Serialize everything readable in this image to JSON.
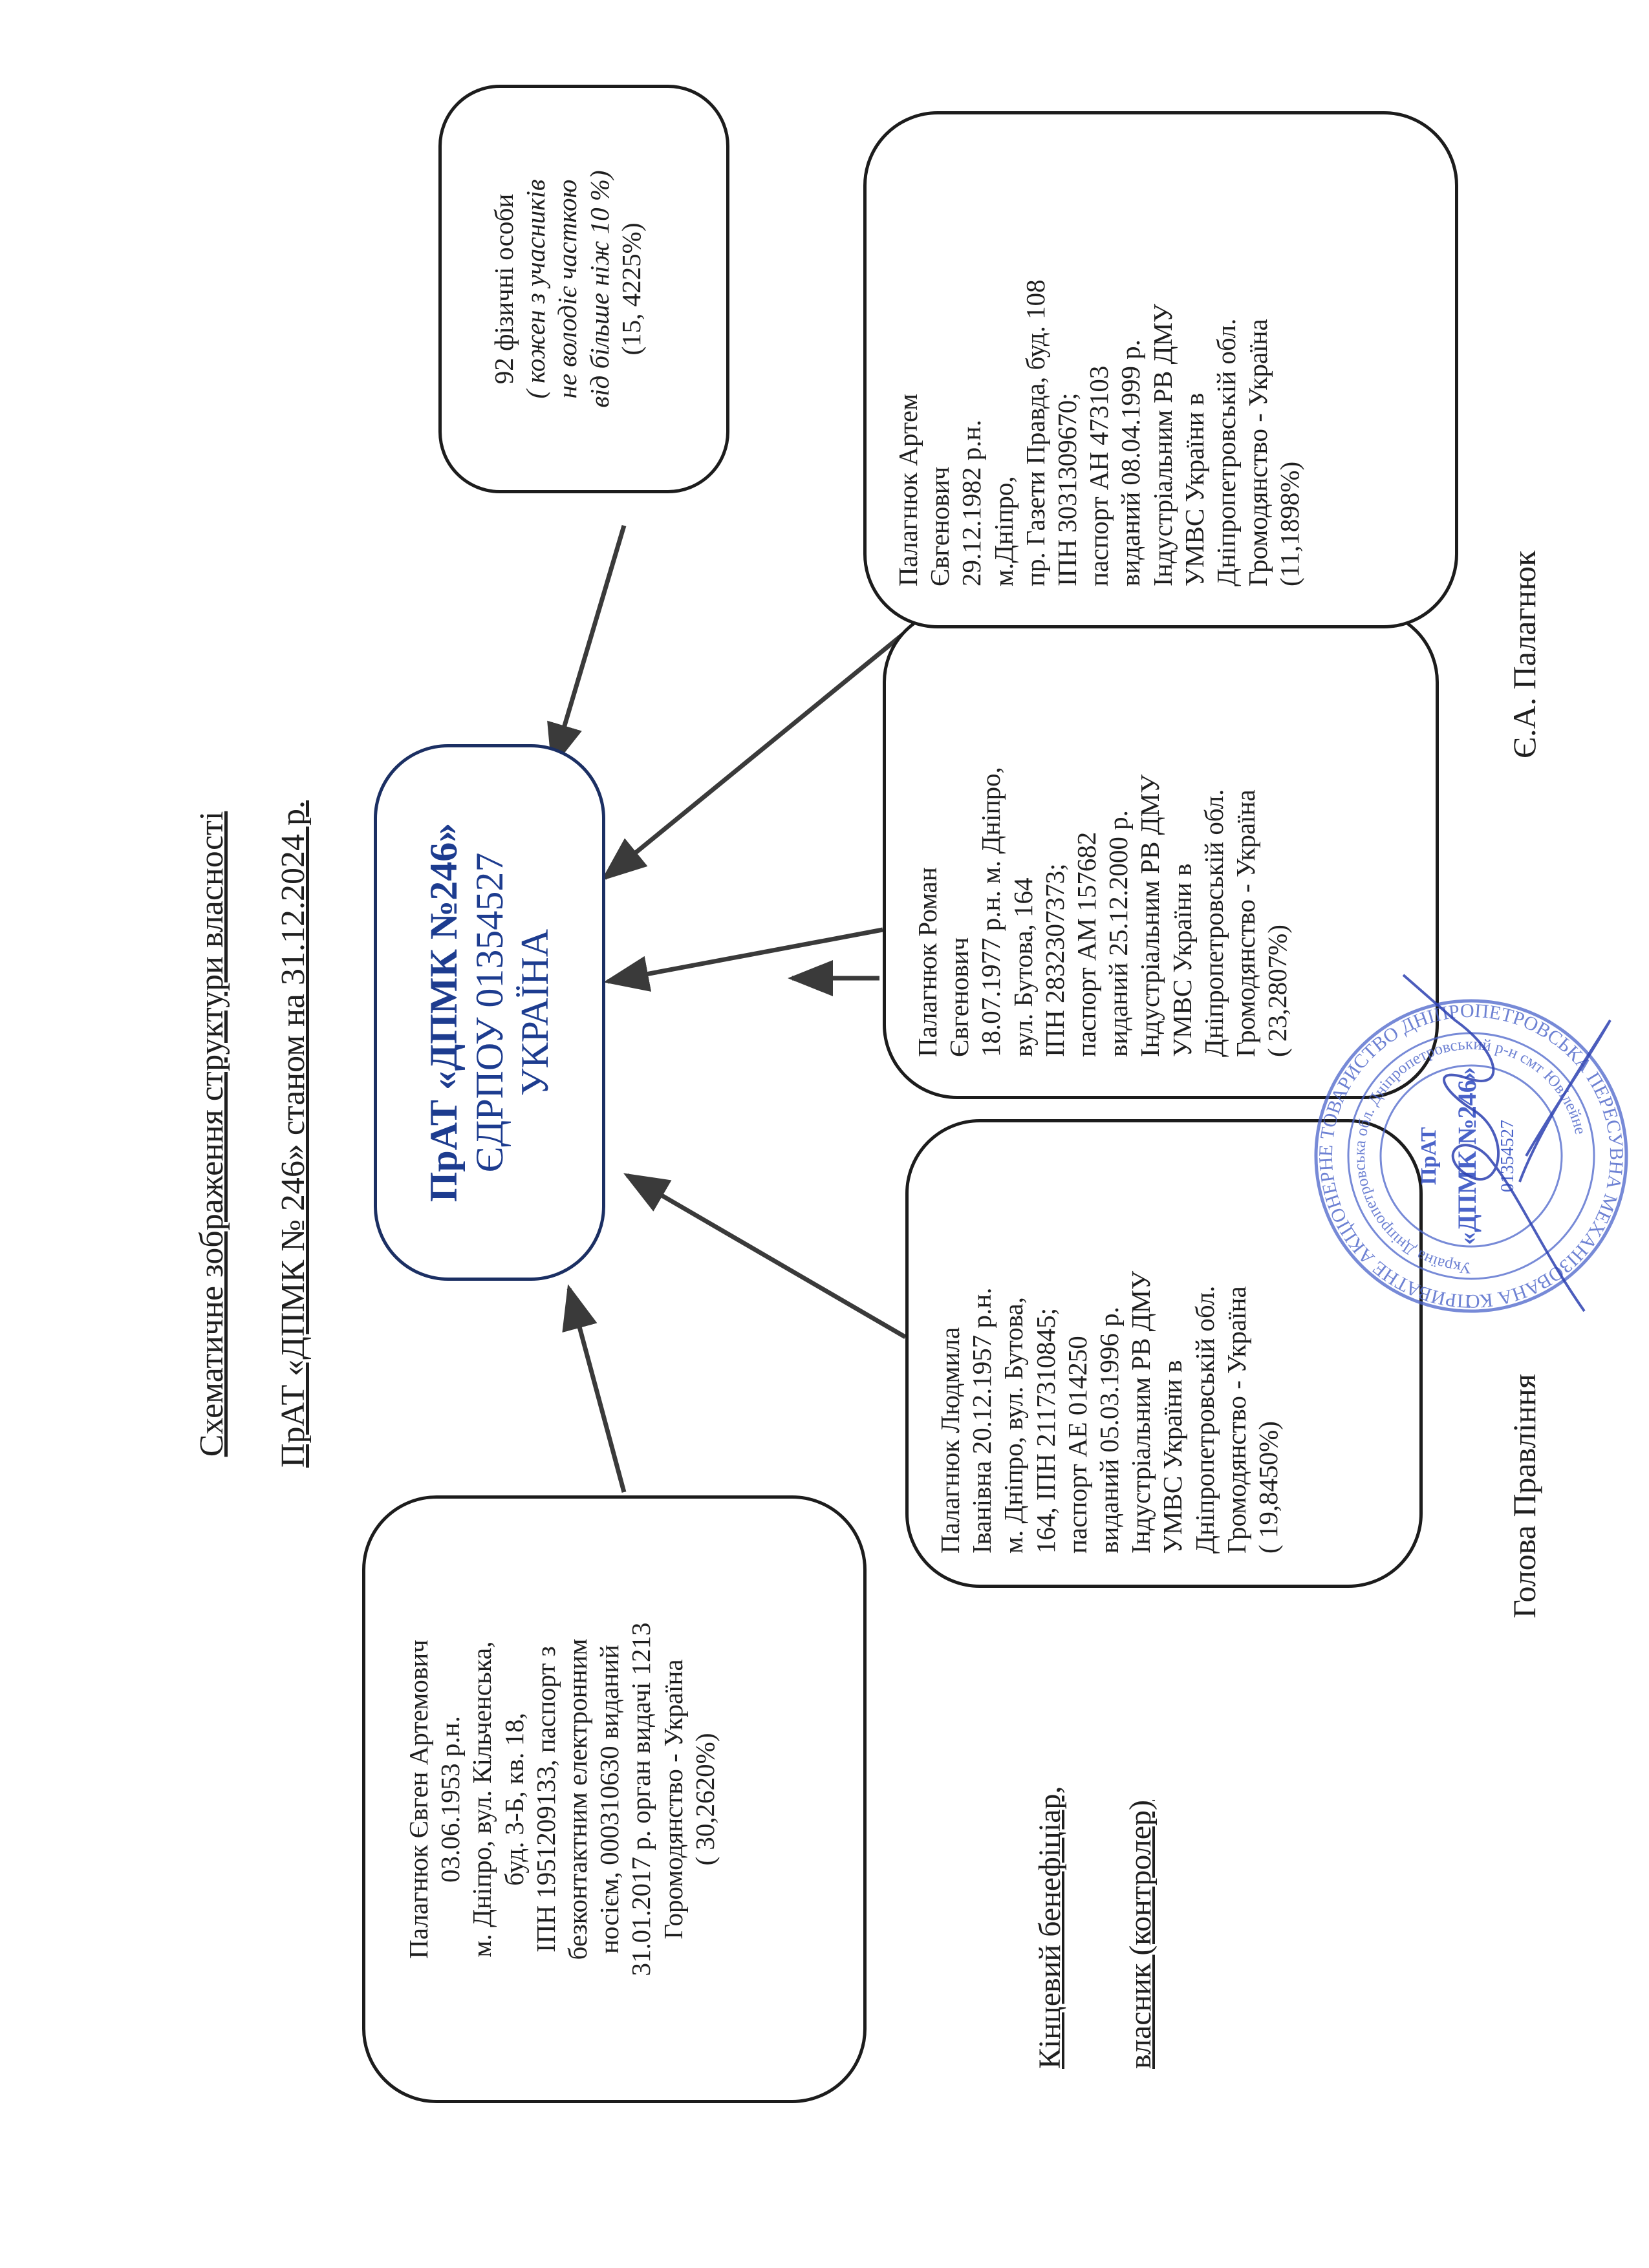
{
  "heading": {
    "line1": "Схематичне зображення структури власності",
    "line2": "ПрАТ «ДПМК № 246» станом на 31.12.2024 р."
  },
  "company": {
    "name": "ПрАТ «ДПМК №246»",
    "edrpou": "ЄДРПОУ 01354527",
    "country": "УКРАЇНА"
  },
  "owners": [
    {
      "id": "yevhen",
      "lines": [
        "Палагнюк Євген Артемович",
        "03.06.1953 р.н.",
        "м. Дніпро, вул. Кільченська,",
        "буд. 3-Б, кв. 18,",
        "ІПН 1951209133, паспорт з",
        "безконтактним електронним",
        "носієм, 000310630 виданий",
        "31.01.2017 р. орган видачі 1213",
        "Горомодянство - Україна",
        "( 30,2620%)"
      ]
    },
    {
      "id": "liudmyla",
      "lines": [
        "Палагнюк Людмила",
        "Іванівна 20.12.1957 р.н.",
        "м. Дніпро, вул. Бутова,",
        "164, ІПН 2117310845;",
        "паспорт  АЕ 014250",
        "виданий 05.03.1996 р.",
        "Індустріальним РВ ДМУ",
        "УМВС України в",
        "Дніпропетровській обл.",
        "Громодянство - Україна",
        "( 19,8450%)"
      ]
    },
    {
      "id": "roman",
      "lines": [
        "Палагнюк Роман",
        "Євгенович",
        "18.07.1977 р.н. м. Дніпро,",
        "вул. Бутова, 164",
        "ІПН 2832307373;",
        "паспорт АМ 157682",
        "виданий 25.12.2000 р.",
        "Індустріальним РВ ДМУ",
        "УМВС України в",
        "Дніпропетровській обл.",
        "Громодянство - Україна",
        "( 23,2807%)"
      ]
    },
    {
      "id": "artem",
      "lines": [
        "Палагнюк Артем",
        "Євгенович",
        "29.12.1982 р.н.",
        "м.Дніпро,",
        "пр. Газети Правда, буд. 108",
        "ІПН 3031309670;",
        "паспорт АН 473103",
        "виданий 08.04.1999 р.",
        "Індустріальним РВ ДМУ",
        "УМВС України в",
        "Дніпропетровській обл.",
        "Громодянство - Україна",
        "(11,1898%)"
      ]
    }
  ],
  "individuals": {
    "title": "92 фізичні особи",
    "note_lines": [
      "( кожен з учасників",
      "не володіє часткою",
      "від більше ніж 10 %)"
    ],
    "share": "(15, 4225%)"
  },
  "beneficiary": {
    "line1": "Кінцевий бенефіціар,",
    "line2": "власник (контролер)"
  },
  "signature": {
    "position": "Голова Правління",
    "name": "Є.А. Палагнюк"
  },
  "stamp": {
    "outer_text": "ПРИВАТНЕ АКЦІОНЕРНЕ ТОВАРИСТВО ДНІПРОПЕТРОВСЬКА ПЕРЕСУВНА МЕХАНІЗОВАНА КОЛОНА",
    "inner_text": "Україна Дніпропетровська обл. Дніпропетровський р-н смт Ювілейне",
    "center_top": "ПрАТ",
    "center_main": "«ДПМК №246»",
    "code": "01354527"
  },
  "colors": {
    "ink": "#1f1f1f",
    "company_text": "#1d3c8f",
    "company_border": "#1b2f63",
    "stamp_blue": "#4a63c9"
  }
}
